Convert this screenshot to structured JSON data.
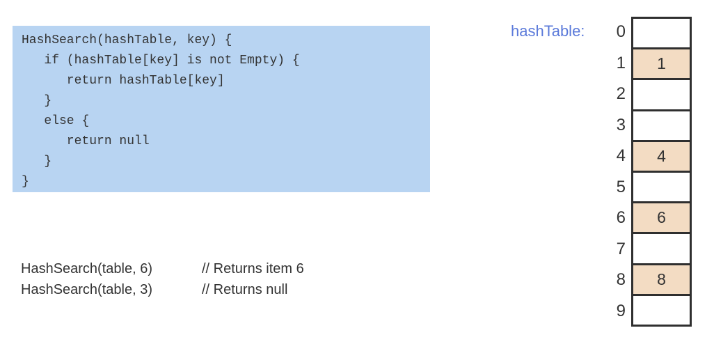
{
  "code_block": {
    "lines": [
      "HashSearch(hashTable, key) {",
      "   if (hashTable[key] is not Empty) {",
      "      return hashTable[key]",
      "   }",
      "   else {",
      "      return null",
      "   }",
      "}"
    ]
  },
  "examples": {
    "rows": [
      {
        "call": "HashSearch(table, 6)",
        "comment": "// Returns item 6"
      },
      {
        "call": "HashSearch(table, 3)",
        "comment": "// Returns null"
      }
    ]
  },
  "hash_table": {
    "label": "hashTable:",
    "rows": [
      {
        "index": "0",
        "value": "",
        "filled": false
      },
      {
        "index": "1",
        "value": "1",
        "filled": true
      },
      {
        "index": "2",
        "value": "",
        "filled": false
      },
      {
        "index": "3",
        "value": "",
        "filled": false
      },
      {
        "index": "4",
        "value": "4",
        "filled": true
      },
      {
        "index": "5",
        "value": "",
        "filled": false
      },
      {
        "index": "6",
        "value": "6",
        "filled": true
      },
      {
        "index": "7",
        "value": "",
        "filled": false
      },
      {
        "index": "8",
        "value": "8",
        "filled": true
      },
      {
        "index": "9",
        "value": "",
        "filled": false
      }
    ]
  },
  "colors": {
    "code_bg": "#b8d4f2",
    "filled_cell_bg": "#f3dcc3",
    "label_blue": "#5b7ada",
    "border_dark": "#2f2f2f",
    "text_dark": "#333333"
  }
}
